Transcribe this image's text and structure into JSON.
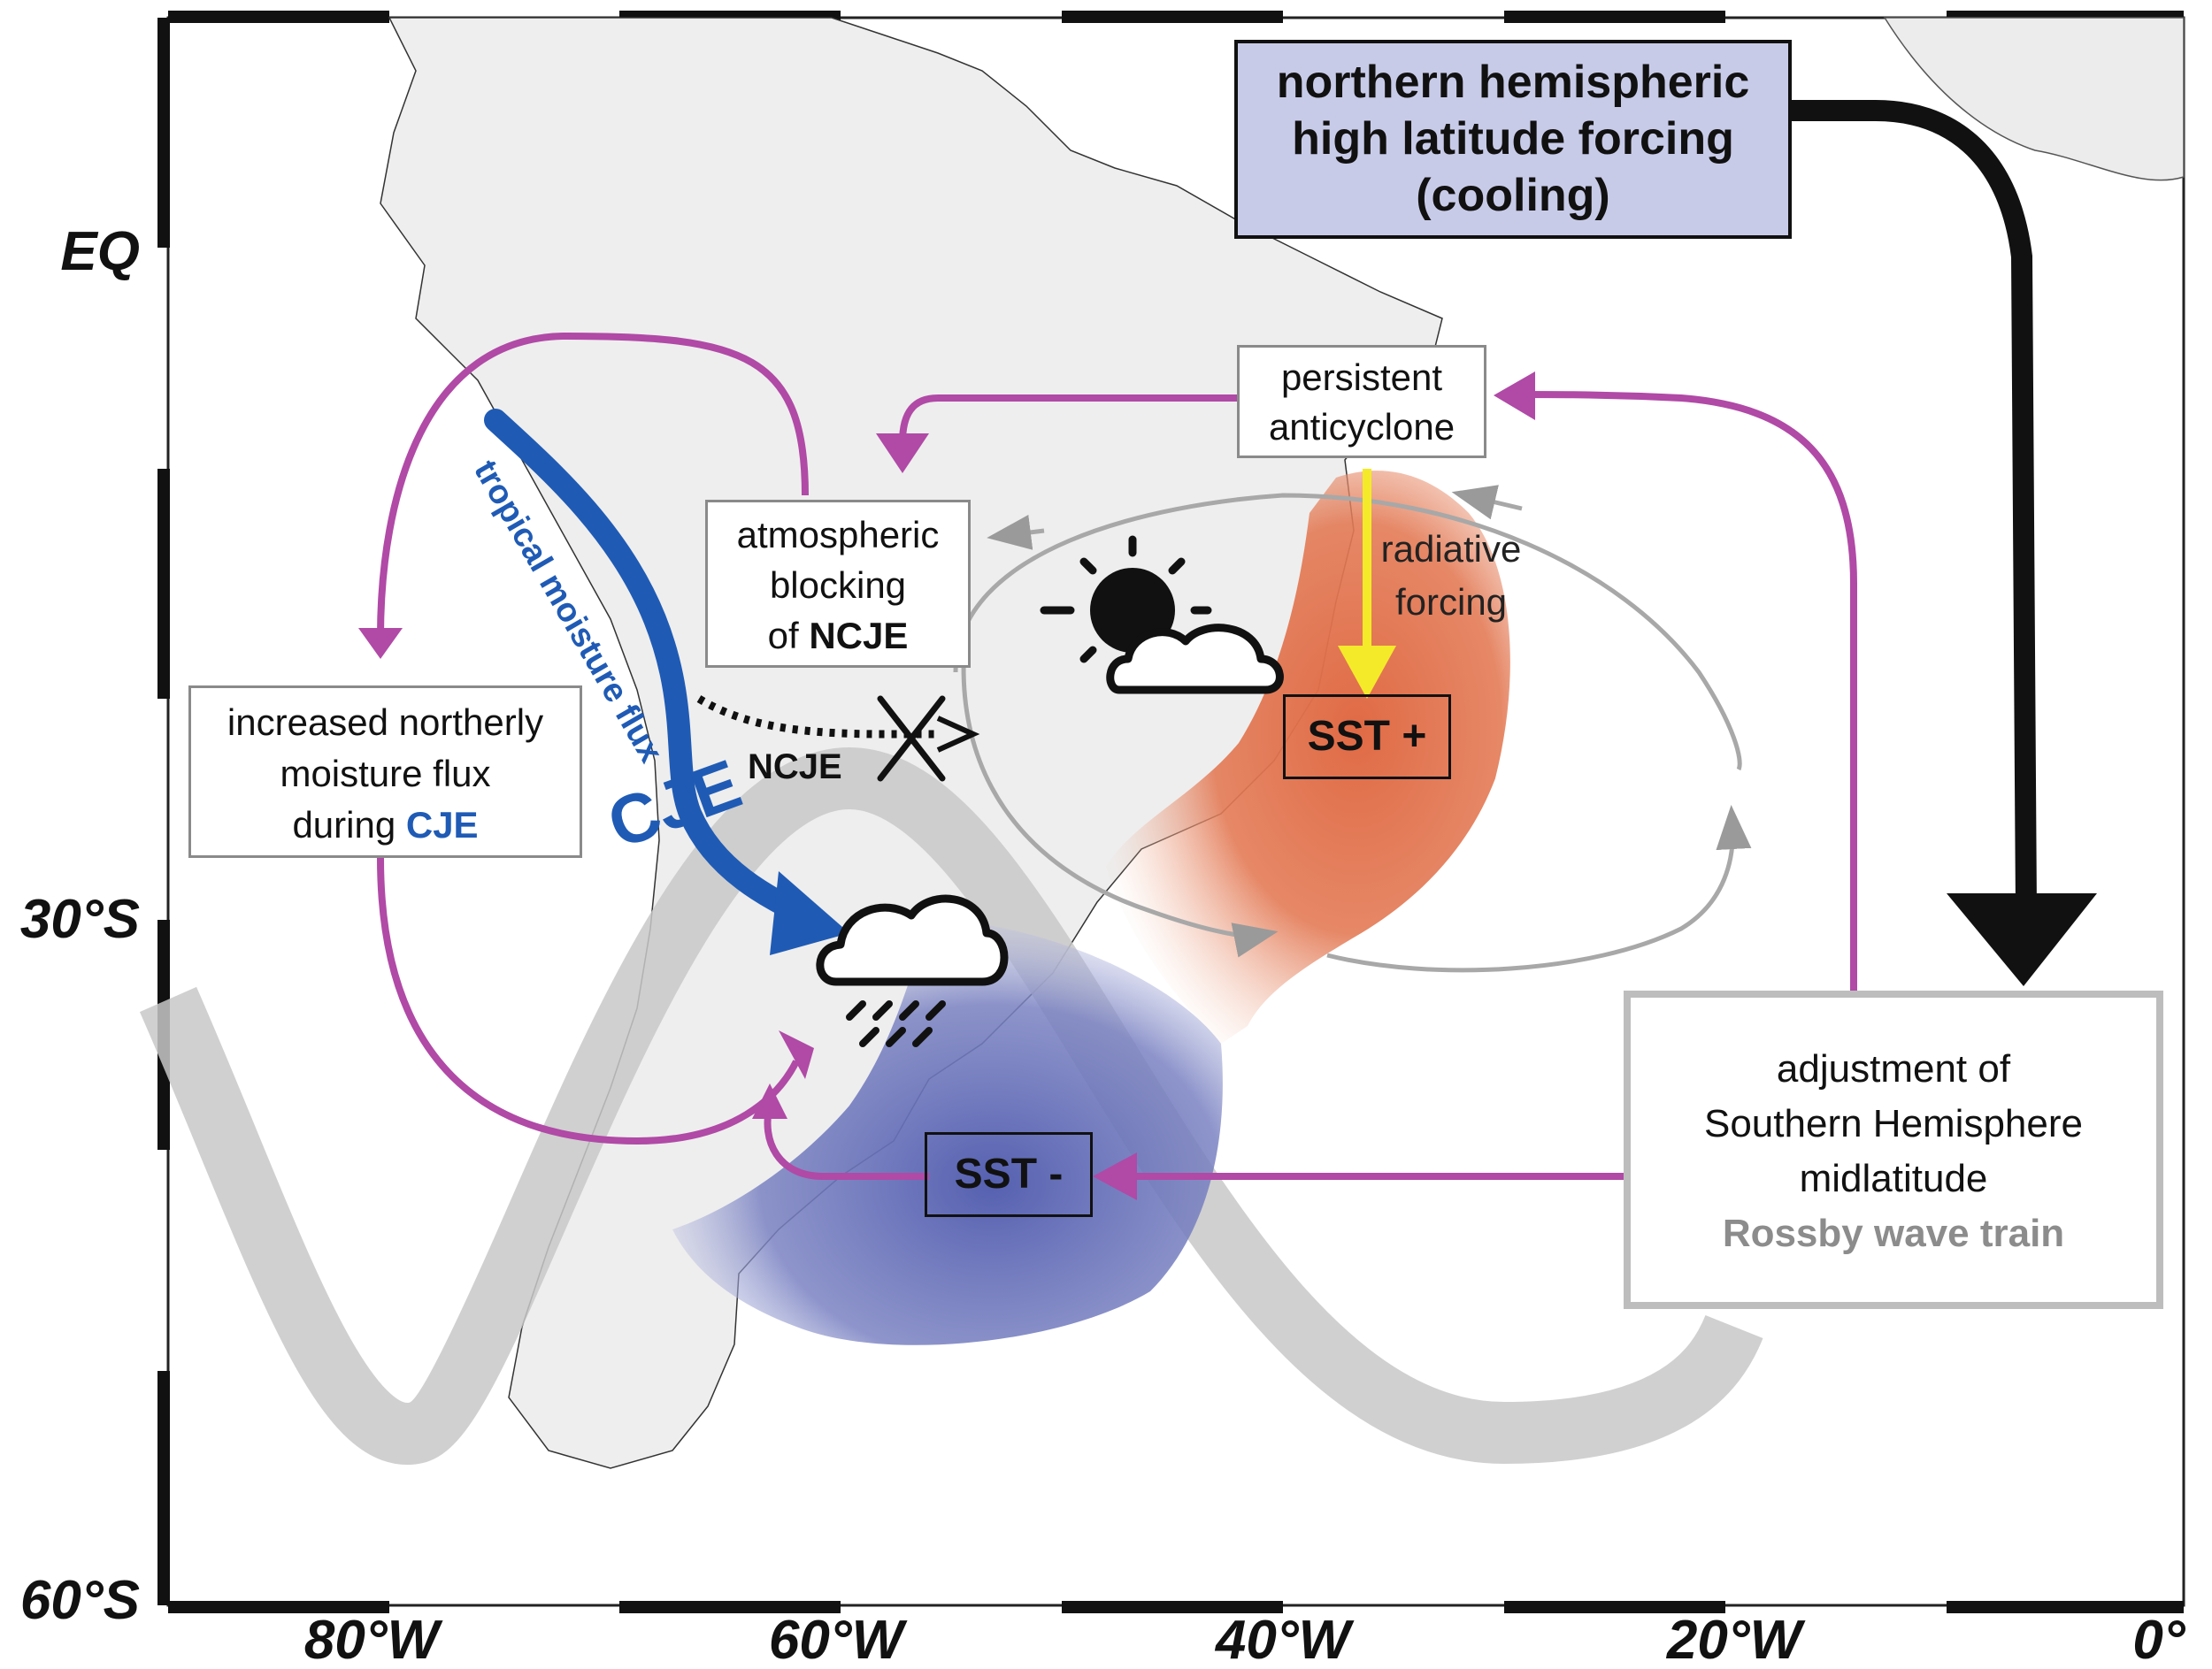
{
  "axes": {
    "lat_labels": [
      "EQ",
      "30°S",
      "60°S"
    ],
    "lon_labels": [
      "80°W",
      "60°W",
      "40°W",
      "20°W",
      "0°"
    ]
  },
  "forcing_box": {
    "line1": "northern hemispheric",
    "line2": "high latitude forcing",
    "line3": "(cooling)",
    "fill": "#c8cbe8"
  },
  "anticyclone_box": {
    "line1": "persistent",
    "line2": "anticyclone"
  },
  "blocking_box": {
    "line1": "atmospheric",
    "line2": "blocking",
    "line3_prefix": "of ",
    "line3_emph": "NCJE"
  },
  "moisture_box": {
    "line1": "increased northerly",
    "line2": "moisture flux",
    "line3_prefix": "during ",
    "line3_emph": "CJE"
  },
  "rossby_box": {
    "line1": "adjustment of",
    "line2": "Southern Hemisphere",
    "line3": "midlatitude",
    "line4": "Rossby wave train"
  },
  "labels": {
    "radiative1": "radiative",
    "radiative2": "forcing",
    "tropical_flux": "tropical moisture flux",
    "cje": "CJE",
    "ncje": "NCJE",
    "sst_plus": "SST +",
    "sst_minus": "SST -"
  },
  "colors": {
    "magenta": "#b04aa6",
    "cje_blue": "#1f5bb5",
    "warm_sst": "#e06a45",
    "cold_sst": "#5560b0",
    "rossby_gray": "#c8c8c8",
    "radiative_yellow": "#f5ea2a"
  },
  "icons": [
    "sun-cloud-icon",
    "rain-cloud-icon"
  ]
}
